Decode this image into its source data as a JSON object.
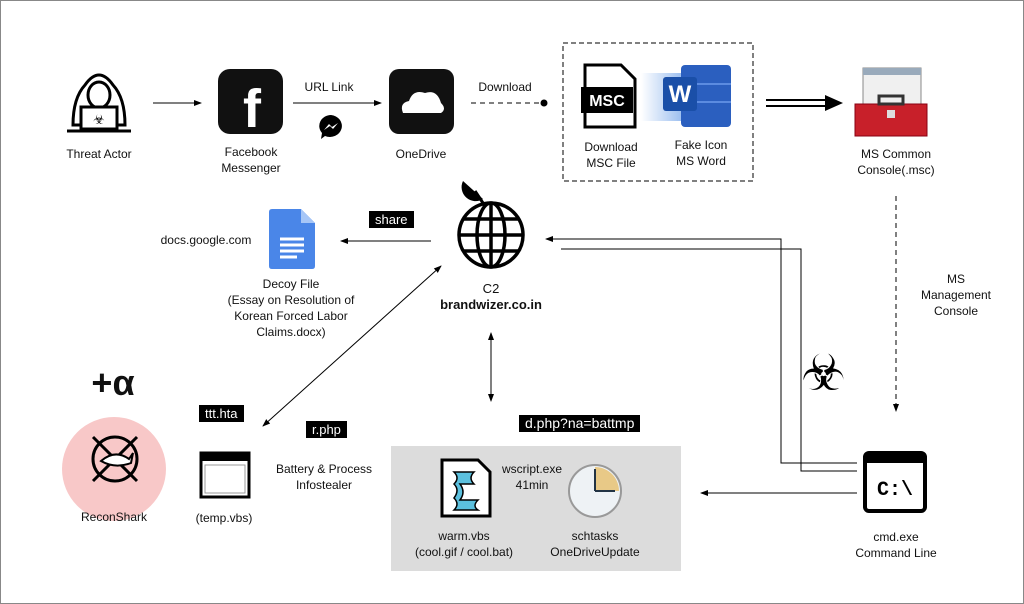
{
  "nodes": {
    "threat_actor": "Threat Actor",
    "facebook": [
      "Facebook",
      "Messenger"
    ],
    "url_link": "URL Link",
    "onedrive": "OneDrive",
    "download": "Download",
    "msc_icon_text": "MSC",
    "msc_file": [
      "Download",
      "MSC File"
    ],
    "fake_icon": [
      "Fake Icon",
      "MS Word"
    ],
    "ms_common_console": [
      "MS Common",
      "Console(.msc)"
    ],
    "ms_management_console": [
      "MS",
      "Management",
      "Console"
    ],
    "cmd_icon_text": "C:\\",
    "cmd": [
      "cmd.exe",
      "Command Line"
    ],
    "c2": [
      "C2",
      "brandwizer.co.in"
    ],
    "share": "share",
    "docs": "docs.google.com",
    "decoy": [
      "Decoy File",
      "(Essay on Resolution of",
      "Korean Forced Labor",
      "Claims.docx)"
    ],
    "plus_alpha": "+α",
    "reconshark": "ReconShark",
    "ttt_hta": "ttt.hta",
    "r_php": "r.php",
    "temp_vbs": "(temp.vbs)",
    "infostealer": [
      "Battery & Process",
      "Infostealer"
    ],
    "d_php": "d.php?na=battmp",
    "warm_vbs": [
      "warm.vbs",
      "(cool.gif / cool.bat)"
    ],
    "wscript": [
      "wscript.exe",
      "41min"
    ],
    "schtasks": [
      "schtasks",
      "OneDriveUpdate"
    ]
  },
  "colors": {
    "word_blue": "#2b5fbf",
    "gdoc_blue": "#4a86e8",
    "recon_pink": "#f8c8c8",
    "panel_gray": "#dcdcdc",
    "toolbox_red": "#c8202a"
  }
}
